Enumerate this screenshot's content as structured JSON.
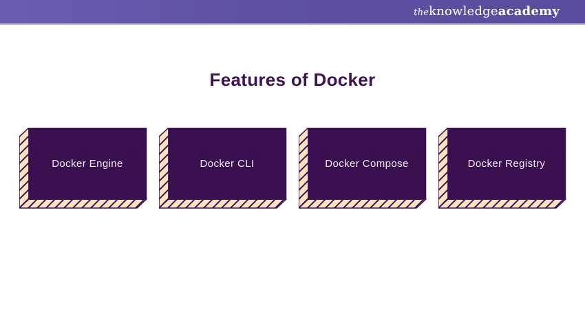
{
  "header": {
    "logo": {
      "prefix": "the",
      "word1": "knowledge",
      "word2": "academy"
    },
    "bg_color": "#5f50a2",
    "accent_line_color": "#b3a9d8",
    "logo_color": "#ffffff"
  },
  "page": {
    "title": "Features of Docker",
    "title_color": "#3d1252",
    "background_color": "#ffffff"
  },
  "cards": [
    {
      "label": "Docker Engine"
    },
    {
      "label": "Docker CLI"
    },
    {
      "label": "Docker Compose"
    },
    {
      "label": "Docker Registry"
    }
  ],
  "card_style": {
    "face_color": "#3a0f4f",
    "face_dot_color": "#5b2f70",
    "side_color": "#fce3bd",
    "hatch_color": "#3d1053",
    "outline_color": "#3d1053",
    "label_color": "#f1eaf5"
  }
}
